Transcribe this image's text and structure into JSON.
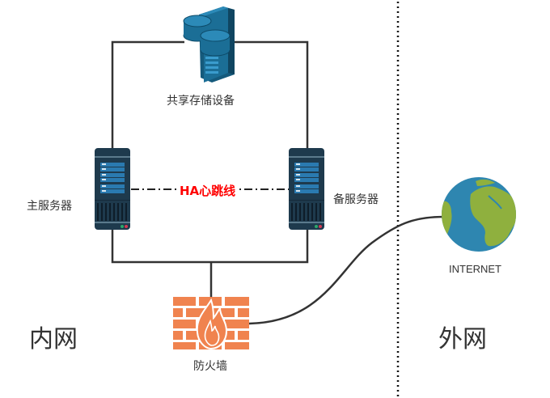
{
  "diagram": {
    "title": "HA dual-server network topology",
    "nodes": {
      "storage": {
        "label": "共享存储设备",
        "icon": "storage-server-icon"
      },
      "primary_server": {
        "label": "主服务器",
        "icon": "server-icon"
      },
      "backup_server": {
        "label": "备服务器",
        "icon": "server-icon"
      },
      "firewall": {
        "label": "防火墙",
        "icon": "firewall-icon"
      },
      "internet": {
        "label": "INTERNET",
        "icon": "globe-icon"
      }
    },
    "links": {
      "heartbeat": {
        "label": "HA心跳线",
        "from": "primary_server",
        "to": "backup_server",
        "style": "dash-dot"
      },
      "storage_primary": {
        "from": "storage",
        "to": "primary_server",
        "style": "solid"
      },
      "storage_backup": {
        "from": "storage",
        "to": "backup_server",
        "style": "solid"
      },
      "servers_firewall": {
        "from": "primary_server+backup_server",
        "to": "firewall",
        "style": "solid"
      },
      "firewall_internet": {
        "from": "firewall",
        "to": "internet",
        "style": "curve"
      }
    },
    "zones": {
      "internal": "内网",
      "external": "外网"
    },
    "colors": {
      "line": "#333333",
      "heartbeat_text": "#ff0000",
      "server_body": "#1e3a4d",
      "server_panel": "#2a7ab0",
      "storage": "#1b6e96",
      "firewall": "#f0834f",
      "globe_water": "#2e86b0",
      "globe_land": "#8fb03e"
    }
  }
}
